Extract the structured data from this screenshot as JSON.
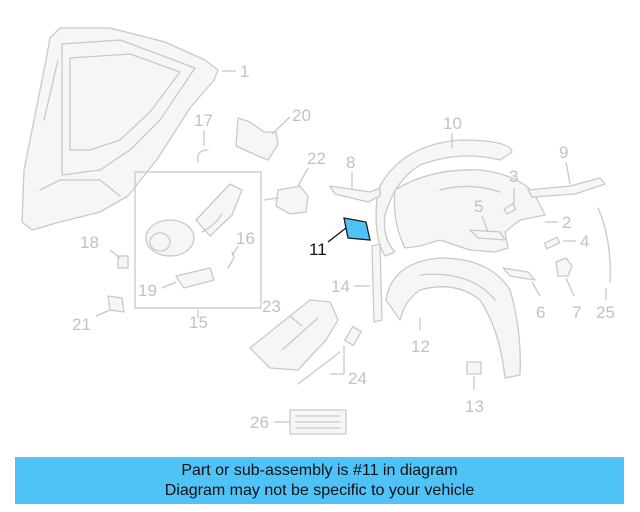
{
  "diagram": {
    "callouts": {
      "c1": "1",
      "c2": "2",
      "c3": "3",
      "c4": "4",
      "c5": "5",
      "c6": "6",
      "c7": "7",
      "c8": "8",
      "c9": "9",
      "c10": "10",
      "c11": "11",
      "c12": "12",
      "c13": "13",
      "c14": "14",
      "c15": "15",
      "c16": "16",
      "c17": "17",
      "c18": "18",
      "c19": "19",
      "c20": "20",
      "c21": "21",
      "c22": "22",
      "c23": "23",
      "c24": "24",
      "c25": "25",
      "c26": "26"
    },
    "highlight_color": "#4fc3f7"
  },
  "caption": {
    "line1": "Part or sub-assembly is #11 in diagram",
    "line2": "Diagram may not be specific to your vehicle",
    "background": "#4fc3f7"
  }
}
